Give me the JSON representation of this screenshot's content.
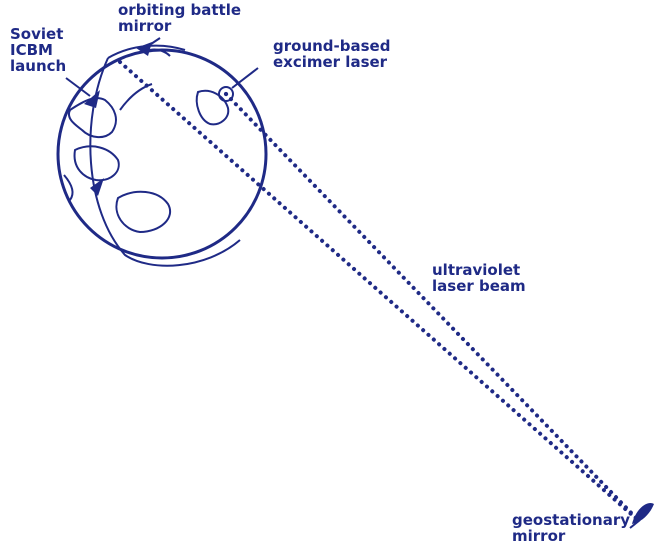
{
  "colors": {
    "ink": "#1f2a86",
    "background": "#ffffff"
  },
  "labels": {
    "soviet_icbm_launch": "Soviet\nICBM\nlaunch",
    "orbiting_battle_mirror": "orbiting battle\nmirror",
    "ground_based_excimer_laser": "ground-based\nexcimer laser",
    "ultraviolet_laser_beam": "ultraviolet\nlaser beam",
    "geostationary_mirror": "geostationary\nmirror"
  }
}
